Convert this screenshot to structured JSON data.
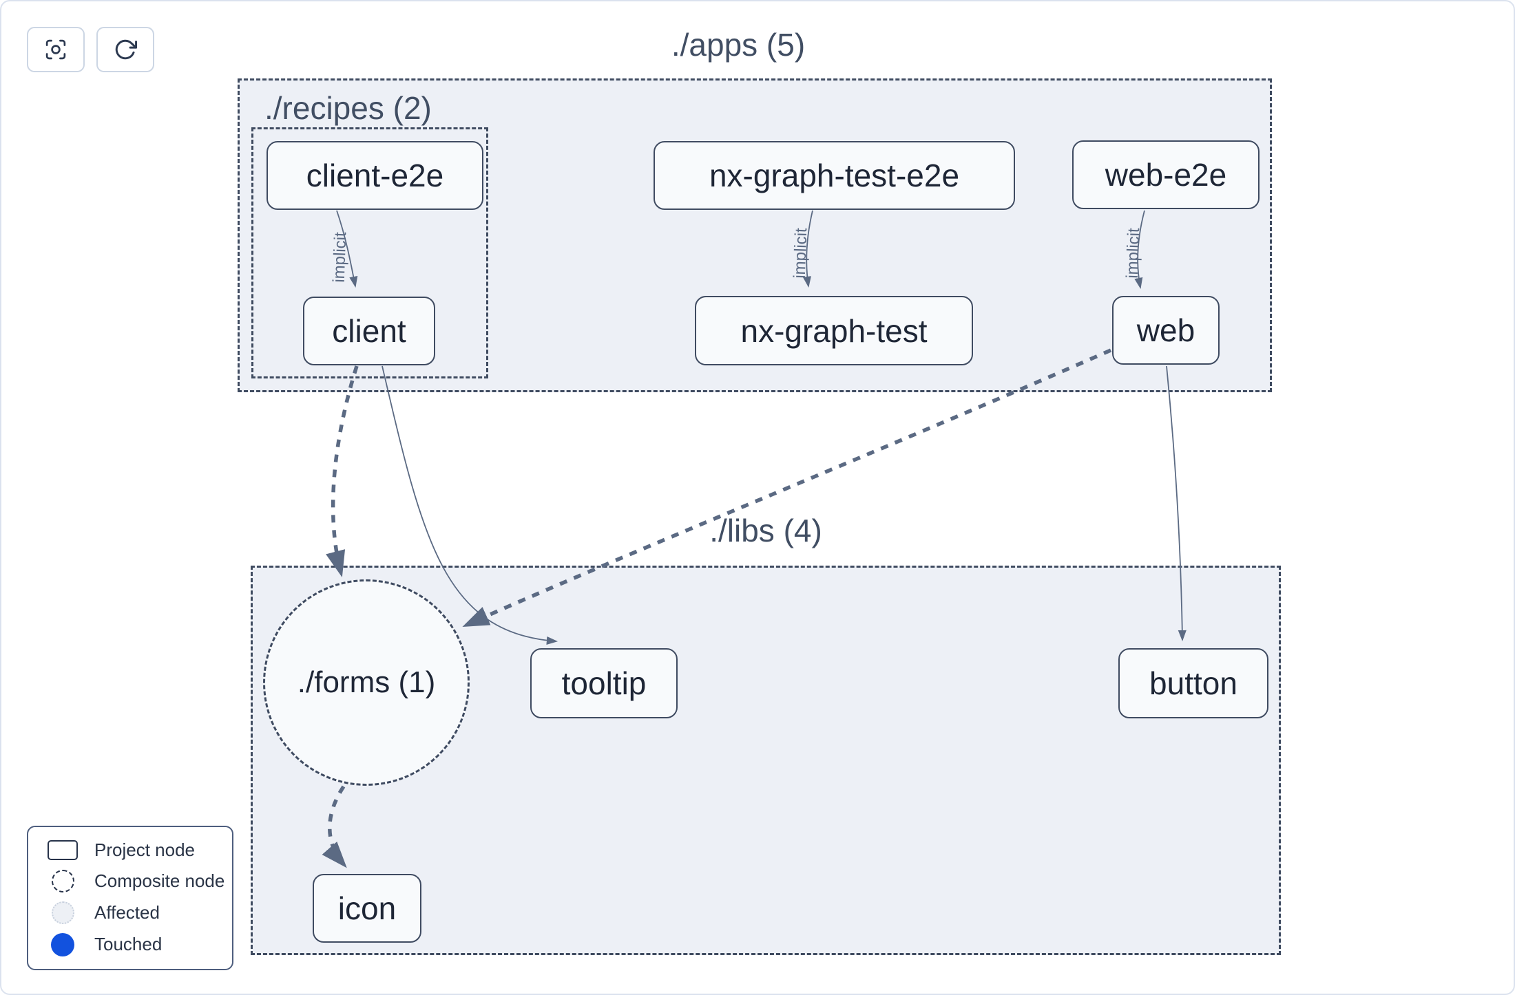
{
  "toolbar": {
    "buttons": [
      {
        "icon": "focus-icon"
      },
      {
        "icon": "refresh-icon"
      }
    ]
  },
  "groups": {
    "apps": {
      "label": "./apps (5)"
    },
    "recipes": {
      "label": "./recipes (2)"
    },
    "libs": {
      "label": "./libs (4)"
    }
  },
  "nodes": {
    "client_e2e": {
      "label": "client-e2e",
      "type": "project"
    },
    "nx_graph_test_e2e": {
      "label": "nx-graph-test-e2e",
      "type": "project"
    },
    "web_e2e": {
      "label": "web-e2e",
      "type": "project"
    },
    "client": {
      "label": "client",
      "type": "project"
    },
    "nx_graph_test": {
      "label": "nx-graph-test",
      "type": "project"
    },
    "web": {
      "label": "web",
      "type": "project"
    },
    "forms": {
      "label": "./forms (1)",
      "type": "composite"
    },
    "tooltip": {
      "label": "tooltip",
      "type": "project"
    },
    "button": {
      "label": "button",
      "type": "project"
    },
    "icon": {
      "label": "icon",
      "type": "project"
    }
  },
  "edges": [
    {
      "from": "client-e2e",
      "to": "client",
      "label": "implicit",
      "style": "solid"
    },
    {
      "from": "nx-graph-test-e2e",
      "to": "nx-graph-test",
      "label": "implicit",
      "style": "solid"
    },
    {
      "from": "web-e2e",
      "to": "web",
      "label": "implicit",
      "style": "solid"
    },
    {
      "from": "client",
      "to": "./forms (1)",
      "label": "",
      "style": "dashed"
    },
    {
      "from": "client",
      "to": "tooltip",
      "label": "",
      "style": "solid"
    },
    {
      "from": "web",
      "to": "./forms (1)",
      "label": "",
      "style": "dashed"
    },
    {
      "from": "web",
      "to": "button",
      "label": "",
      "style": "solid"
    },
    {
      "from": "./forms (1)",
      "to": "icon",
      "label": "",
      "style": "dashed"
    }
  ],
  "legend": {
    "items": [
      {
        "label": "Project node",
        "swatch": "project-rect"
      },
      {
        "label": "Composite node",
        "swatch": "composite-circle"
      },
      {
        "label": "Affected",
        "swatch": "affected-circle"
      },
      {
        "label": "Touched",
        "swatch": "touched-circle"
      }
    ]
  },
  "colors": {
    "group_fill": "#edf0f6",
    "node_fill": "#f8fafc",
    "outline": "#3f4b61",
    "edge": "#5b6a83",
    "touched": "#1252de",
    "affected_fill": "#edf0f5"
  }
}
